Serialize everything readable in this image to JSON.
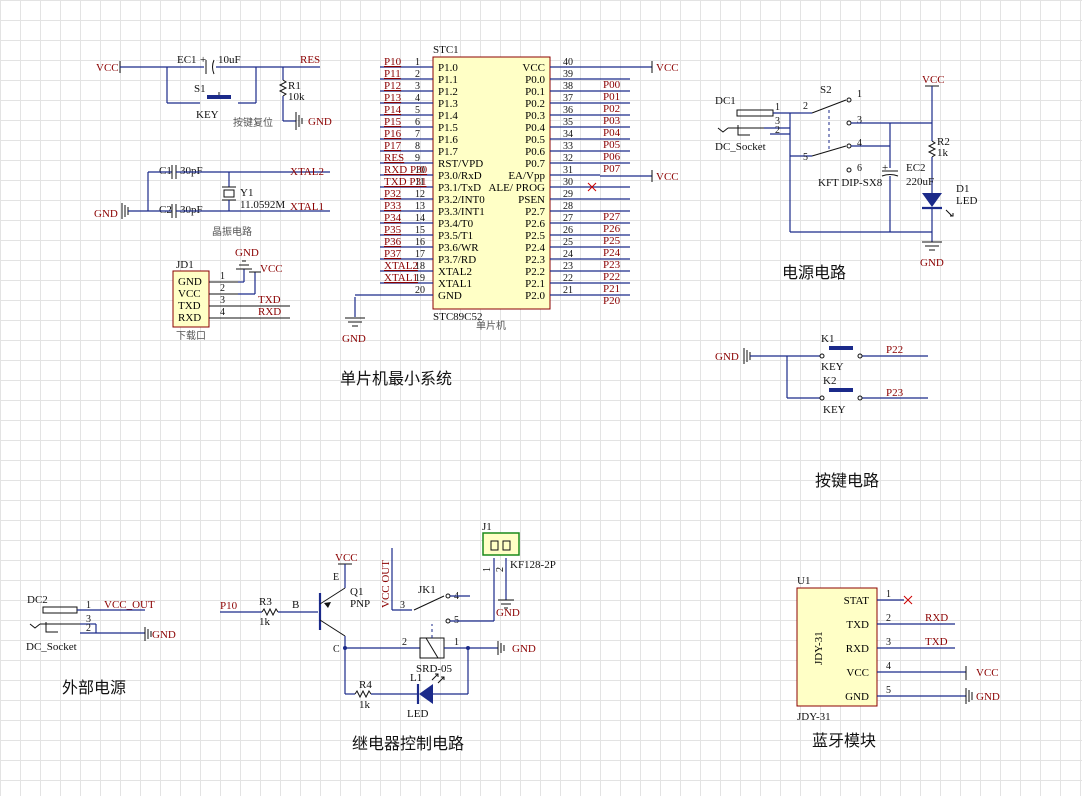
{
  "titles": {
    "mcu": "单片机最小系统",
    "power": "电源电路",
    "keys": "按键电路",
    "ext_power": "外部电源",
    "relay": "继电器控制电路",
    "bt": "蓝牙模块"
  },
  "subtitles": {
    "reset": "按键复位",
    "crystal": "晶振电路",
    "download": "下载口",
    "mcu": "单片机"
  },
  "nets": {
    "vcc": "VCC",
    "gnd": "GND",
    "res": "RES",
    "xtal1": "XTAL1",
    "xtal2": "XTAL2",
    "txd": "TXD",
    "rxd": "RXD",
    "vcc_out": "VCC_OUT",
    "vcc_out_v": "VCC OUT",
    "p10": "P10",
    "p22": "P22",
    "p23": "P23"
  },
  "reset": {
    "ec1": "EC1",
    "ec1_val": "10uF",
    "s1": "S1",
    "s1_val": "KEY",
    "r1": "R1",
    "r1_val": "10k",
    "plus": "+"
  },
  "crystal": {
    "c1": "C1",
    "c1_val": "30pF",
    "c2": "C2",
    "c2_val": "30pF",
    "y1": "Y1",
    "y1_val": "11.0592M"
  },
  "jd1": {
    "ref": "JD1",
    "pins": [
      "GND",
      "VCC",
      "TXD",
      "RXD"
    ],
    "nums": [
      "1",
      "2",
      "3",
      "4"
    ]
  },
  "stc1": {
    "ref": "STC1",
    "model": "STC89C52",
    "left_pins": [
      "P1.0",
      "P1.1",
      "P1.2",
      "P1.3",
      "P1.4",
      "P1.5",
      "P1.6",
      "P1.7",
      "RST/VPD",
      "P3.0/RxD",
      "P3.1/TxD",
      "P3.2/INT0",
      "P3.3/INT1",
      "P3.4/T0",
      "P3.5/T1",
      "P3.6/WR",
      "P3.7/RD",
      "XTAL2",
      "XTAL1",
      "GND"
    ],
    "left_nums": [
      "1",
      "2",
      "3",
      "4",
      "5",
      "6",
      "7",
      "8",
      "9",
      "10",
      "11",
      "12",
      "13",
      "14",
      "15",
      "16",
      "17",
      "18",
      "19",
      "20"
    ],
    "left_nets": [
      "P10",
      "P11",
      "P12",
      "P13",
      "P14",
      "P15",
      "P16",
      "P17",
      "RES",
      "RXD P30",
      "TXD P31",
      "P32",
      "P33",
      "P34",
      "P35",
      "P36",
      "P37",
      "XTAL2",
      "XTAL1",
      ""
    ],
    "right_pins": [
      "VCC",
      "P0.0",
      "P0.1",
      "P0.2",
      "P0.3",
      "P0.4",
      "P0.5",
      "P0.6",
      "P0.7",
      "EA/Vpp",
      "ALE/ PROG",
      "PSEN",
      "P2.7",
      "P2.6",
      "P2.5",
      "P2.4",
      "P2.3",
      "P2.2",
      "P2.1",
      "P2.0"
    ],
    "right_nums": [
      "40",
      "39",
      "38",
      "37",
      "36",
      "35",
      "34",
      "33",
      "32",
      "31",
      "30",
      "29",
      "28",
      "27",
      "26",
      "25",
      "24",
      "23",
      "22",
      "21"
    ],
    "right_nets": [
      "",
      "P00",
      "P01",
      "P02",
      "P03",
      "P04",
      "P05",
      "P06",
      "P07",
      "",
      "",
      "",
      "P27",
      "P26",
      "P25",
      "P24",
      "P23",
      "P22",
      "P21",
      "P20"
    ]
  },
  "power": {
    "dc1": "DC1",
    "dc1_val": "DC_Socket",
    "s2": "S2",
    "s2_val": "KFT DIP-SX8",
    "ec2": "EC2",
    "ec2_val": "220uF",
    "r2": "R2",
    "r2_val": "1k",
    "d1": "D1",
    "d1_val": "LED",
    "plus": "+",
    "dc_pins": [
      "1",
      "3",
      "2"
    ],
    "sw_pins": [
      "2",
      "1",
      "3",
      "4",
      "5",
      "6"
    ]
  },
  "keys": {
    "k1": "K1",
    "k1_val": "KEY",
    "k2": "K2",
    "k2_val": "KEY"
  },
  "ext": {
    "dc2": "DC2",
    "dc2_val": "DC_Socket",
    "pins": [
      "1",
      "3",
      "2"
    ]
  },
  "relay": {
    "q1": "Q1",
    "q1_val": "PNP",
    "r3": "R3",
    "r3_val": "1k",
    "r4": "R4",
    "r4_val": "1k",
    "l1": "L1",
    "l1_val": "LED",
    "jk1": "JK1",
    "jk1_val": "SRD-05",
    "j1": "J1",
    "j1_val": "KF128-2P",
    "b": "B",
    "e": "E",
    "c": "C",
    "jk_pins": [
      "4",
      "3",
      "5",
      "2",
      "1"
    ],
    "j_pins": [
      "1",
      "2"
    ]
  },
  "bt": {
    "ref": "U1",
    "model": "JDY-31",
    "side": "JDY-31",
    "pins": [
      "STAT",
      "TXD",
      "RXD",
      "VCC",
      "GND"
    ],
    "nums": [
      "1",
      "2",
      "3",
      "4",
      "5"
    ],
    "nets": [
      "",
      "RXD",
      "TXD",
      "VCC",
      "GND"
    ]
  }
}
